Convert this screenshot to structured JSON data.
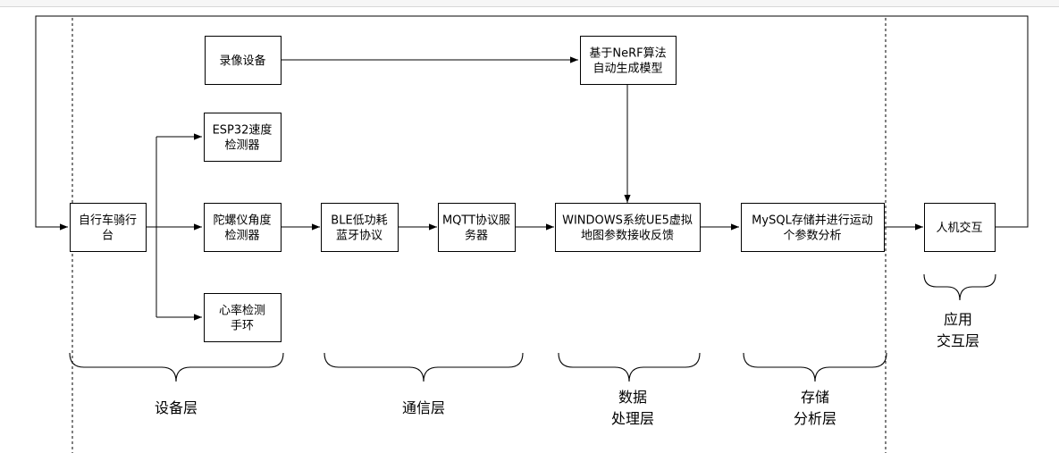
{
  "boxes": {
    "recording": {
      "lines": [
        "录像设备"
      ]
    },
    "nerf": {
      "lines": [
        "基于NeRF算法",
        "自动生成模型"
      ]
    },
    "esp32": {
      "lines": [
        "ESP32速度",
        "检测器"
      ]
    },
    "gyro": {
      "lines": [
        "陀螺仪角度",
        "检测器"
      ]
    },
    "heart": {
      "lines": [
        "心率检测",
        "手环"
      ]
    },
    "bike": {
      "lines": [
        "自行车骑行",
        "台"
      ]
    },
    "ble": {
      "lines": [
        "BLE低功耗",
        "蓝牙协议"
      ]
    },
    "mqtt": {
      "lines": [
        "MQTT协议服",
        "务器"
      ]
    },
    "windows": {
      "lines": [
        "WINDOWS系统UE5虚拟",
        "地图参数接收反馈"
      ]
    },
    "mysql": {
      "lines": [
        "MySQL存储并进行运动",
        "个参数分析"
      ]
    },
    "hci": {
      "lines": [
        "人机交互"
      ]
    }
  },
  "layers": {
    "device": {
      "lines": [
        "设备层"
      ]
    },
    "comm": {
      "lines": [
        "通信层"
      ]
    },
    "data": {
      "lines": [
        "数据",
        "处理层"
      ]
    },
    "storage": {
      "lines": [
        "存储",
        "分析层"
      ]
    },
    "app": {
      "lines": [
        "应用",
        "交互层"
      ]
    }
  }
}
